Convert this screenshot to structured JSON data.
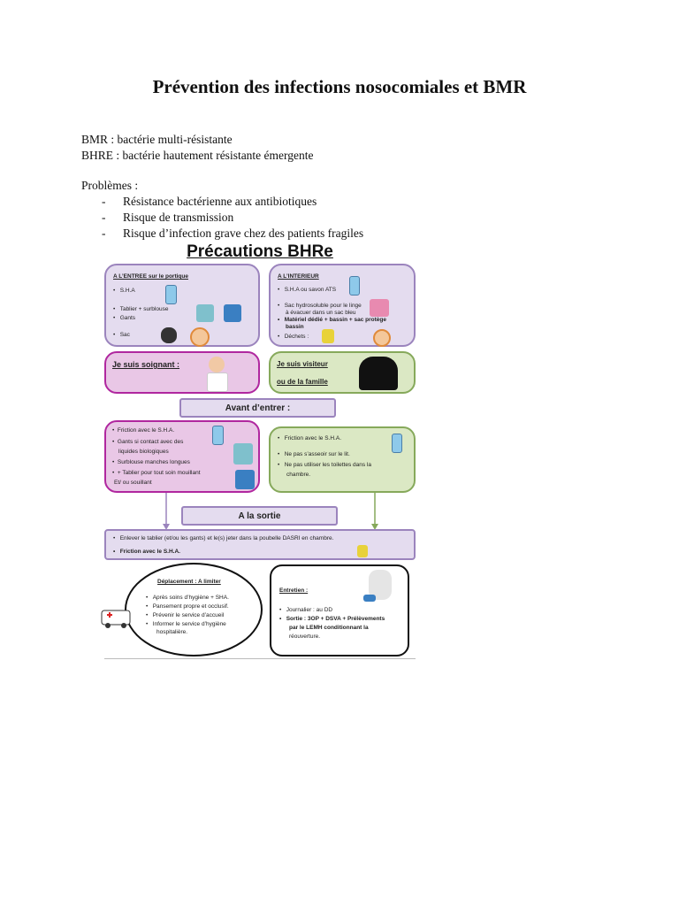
{
  "title": "Prévention des infections nosocomiales et BMR",
  "definitions": [
    "BMR : bactérie multi-résistante",
    "BHRE : bactérie hautement résistante émergente"
  ],
  "problems": {
    "heading": "Problèmes :",
    "items": [
      "Résistance bactérienne aux antibiotiques",
      "Risque de transmission",
      "Risque d’infection grave chez des patients fragiles"
    ]
  },
  "infographic": {
    "title": "Précautions BHRe",
    "entree": {
      "heading": "A L’ENTREE sur le portique",
      "items": [
        "S.H.A",
        "Tablier + surblouse",
        "Gants",
        "Sac"
      ]
    },
    "interieur": {
      "heading": "A L’INTERIEUR",
      "items": [
        "S.H.A ou savon ATS",
        "Sac hydrosoluble pour le linge",
        "à évacuer dans un sac bleu",
        "Matériel dédié + bassin + sac protège",
        "bassin",
        "Déchets :"
      ]
    },
    "soignant": "Je suis soignant :",
    "visiteur": [
      "Je suis visiteur",
      "ou de la famille"
    ],
    "avant": "Avant d’entrer :",
    "soignant_list": [
      "Friction avec le S.H.A.",
      "Gants si contact avec des",
      "liquides biologiques",
      "Surblouse manches longues",
      "+ Tablier pour tout soin mouillant",
      "Et/ ou souillant"
    ],
    "visiteur_list": [
      "Friction avec le S.H.A.",
      "Ne pas s’asseoir sur le lit.",
      "Ne pas utiliser les toilettes dans la",
      "chambre."
    ],
    "sortie": "A la sortie",
    "sortie_list": [
      "Enlever le tablier (et/ou les gants) et le(s) jeter dans la poubelle DASRI en chambre.",
      "Friction avec le S.H.A."
    ],
    "deplacement": {
      "heading": "Déplacement : A limiter",
      "items": [
        "Après soins d’hygiène + SHA.",
        "Pansement propre et occlusif.",
        "Prévenir le service d’accueil",
        "Informer le service d’hygiène",
        "hospitalière."
      ]
    },
    "entretien": {
      "heading": "Entretien :",
      "items": [
        "Journalier : au DD",
        "Sortie : 3OP + DSVA + Prélèvements",
        "par le LEMH conditionnant la",
        "réouverture."
      ]
    }
  }
}
